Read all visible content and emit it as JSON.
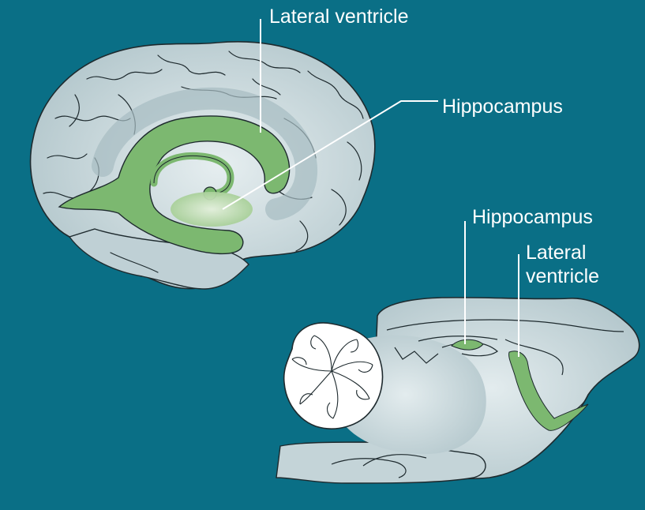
{
  "colors": {
    "background": "#0a6f86",
    "brain_fill": "#c9d8dc",
    "brain_stroke": "#1e2a2e",
    "ventricle_fill": "#7cb870",
    "hippocampus_fill": "#b6d7a8",
    "leader_line": "#ffffff"
  },
  "human_brain": {
    "labels": {
      "lateral_ventricle": "Lateral ventricle",
      "hippocampus": "Hippocampus"
    }
  },
  "rodent_brain": {
    "labels": {
      "hippocampus": "Hippocampus",
      "lateral_ventricle_line1": "Lateral",
      "lateral_ventricle_line2": "ventricle"
    }
  }
}
